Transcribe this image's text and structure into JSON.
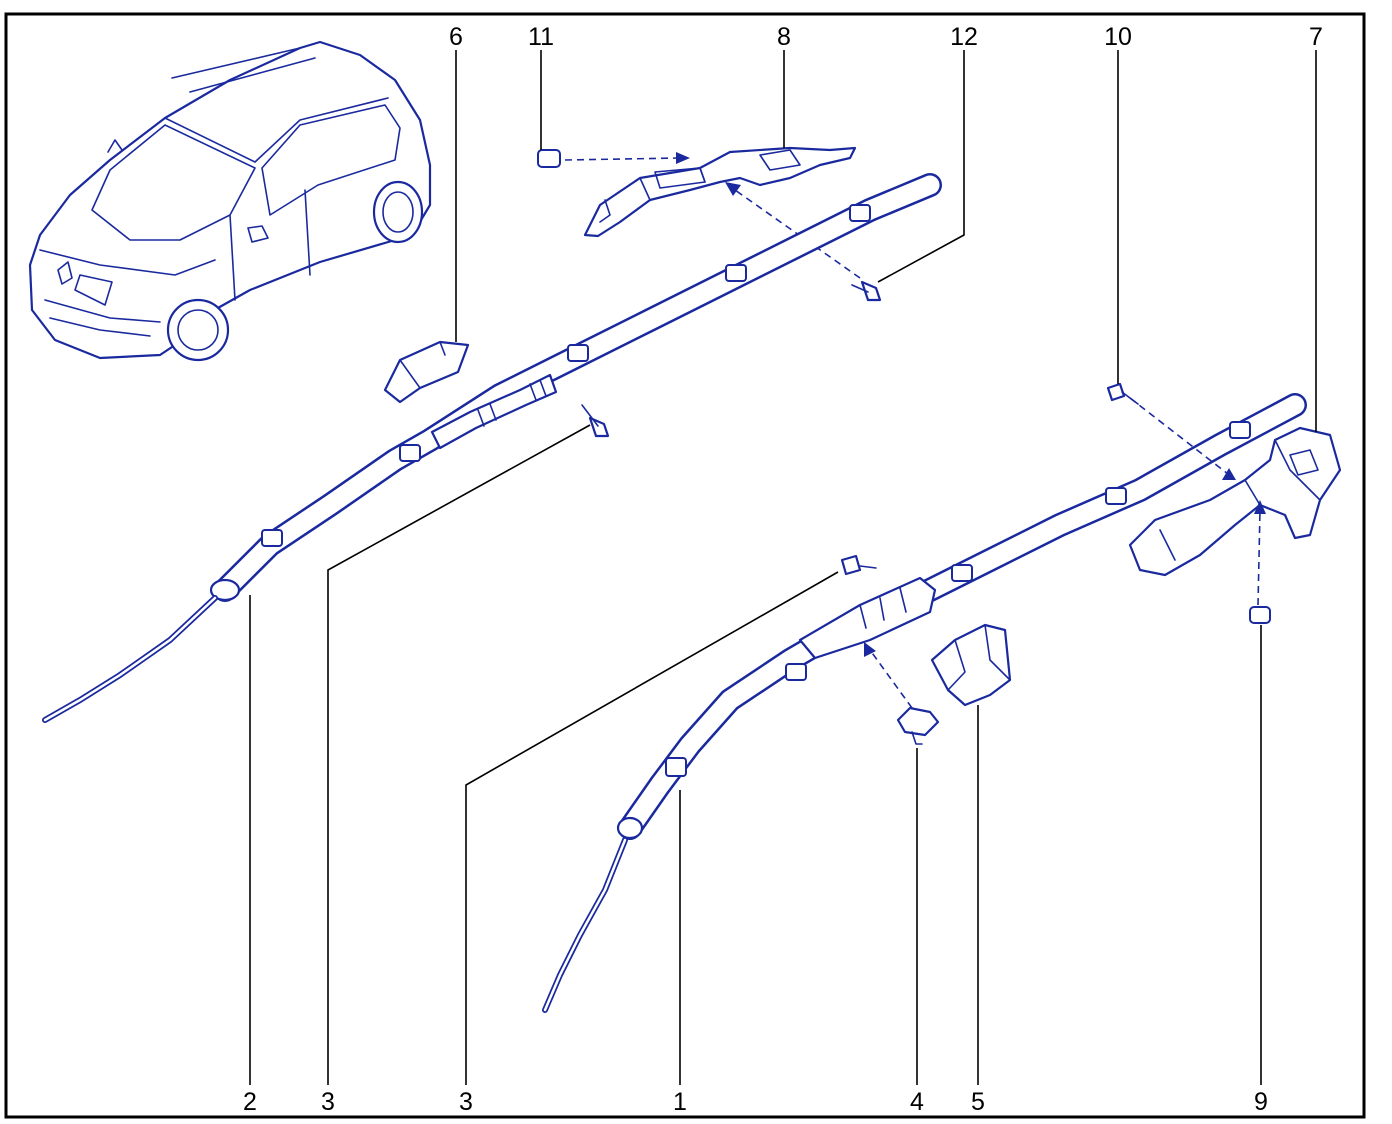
{
  "callouts": {
    "c1": "1",
    "c2": "2",
    "c3a": "3",
    "c3b": "3",
    "c4": "4",
    "c5": "5",
    "c6": "6",
    "c7": "7",
    "c8": "8",
    "c9": "9",
    "c10": "10",
    "c11": "11",
    "c12": "12"
  },
  "colors": {
    "line_art": "#1a2a9e",
    "frame": "#000000",
    "background": "#ffffff"
  }
}
